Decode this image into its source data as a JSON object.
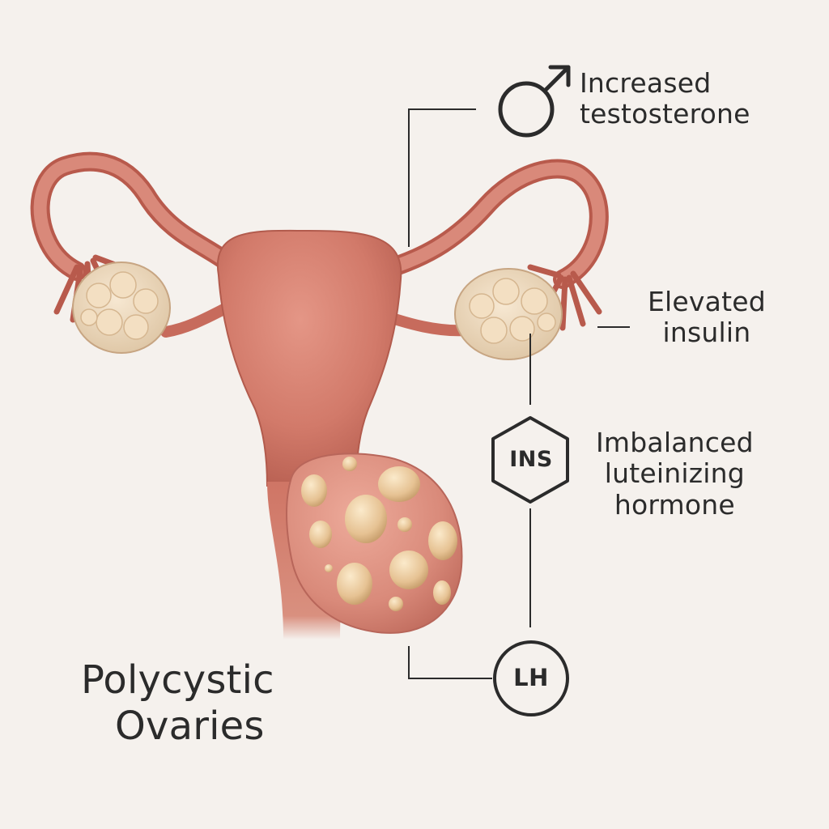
{
  "labels": {
    "testosterone": [
      "Increased",
      "testosterone"
    ],
    "insulin": [
      "Elevated",
      "insulin"
    ],
    "lh": [
      "Imbalanced",
      "luteinizing",
      "hormone"
    ]
  },
  "badges": {
    "ins": "INS",
    "lh": "LH"
  },
  "title": [
    "Polycystic",
    "Ovaries"
  ],
  "icons": [
    "male-symbol-icon",
    "hexagon-icon",
    "circle-icon"
  ],
  "colors": {
    "background": "#f5f1ed",
    "tissue": "#d47b6c",
    "tissue_dark": "#b85a4c",
    "follicle": "#e9c99a",
    "ovary": "#ecd9bf",
    "line": "#2b2b2b"
  }
}
